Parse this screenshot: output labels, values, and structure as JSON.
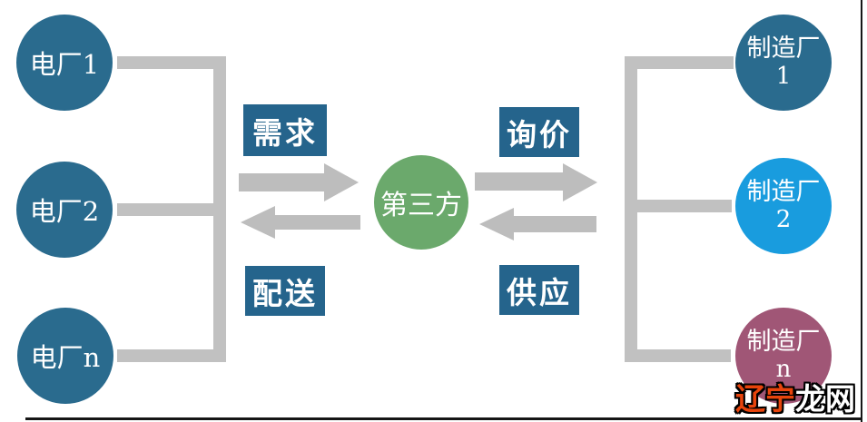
{
  "nodes": {
    "left": [
      {
        "label": "电厂1",
        "color": "#2A6B8E"
      },
      {
        "label": "电厂2",
        "color": "#2A6B8E"
      },
      {
        "label": "电厂n",
        "color": "#2A6B8E"
      }
    ],
    "center": {
      "label": "第三方",
      "color": "#6BA96C"
    },
    "right": [
      {
        "line1": "制造厂",
        "line2": "1",
        "color": "#2A6B8E"
      },
      {
        "line1": "制造厂",
        "line2": "2",
        "color": "#199CDE"
      },
      {
        "line1": "制造厂",
        "line2": "n",
        "color": "#A05676"
      }
    ]
  },
  "labels": {
    "demand": "需求",
    "delivery": "配送",
    "inquiry": "询价",
    "supply": "供应",
    "box_color": "#25648C"
  },
  "connectors": {
    "bracket_color": "#C1C1C1",
    "arrow_color": "#BDBDBD"
  },
  "watermark": {
    "part1": "辽宁",
    "part2": "龙网",
    "part1_color": "#E8440C",
    "part2_color": "#FFFFFF"
  }
}
